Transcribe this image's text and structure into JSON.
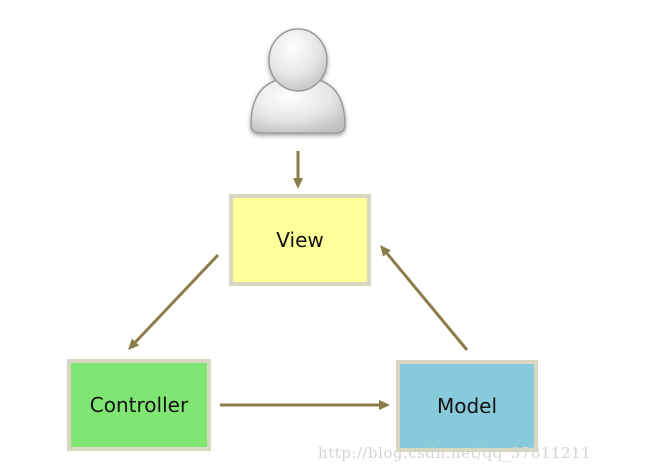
{
  "diagram": {
    "nodes": {
      "user": {
        "icon": "user-avatar-icon"
      },
      "view": {
        "label": "View",
        "fill": "#ffff99"
      },
      "controller": {
        "label": "Controller",
        "fill": "#80e673"
      },
      "model": {
        "label": "Model",
        "fill": "#86cadb"
      }
    },
    "edges": [
      {
        "from": "user",
        "to": "view"
      },
      {
        "from": "view",
        "to": "controller"
      },
      {
        "from": "controller",
        "to": "model"
      },
      {
        "from": "model",
        "to": "view"
      }
    ],
    "colors": {
      "arrow": "#8a7d4a",
      "box_border": "#d9d6c2",
      "avatar_fill": "#e3e3e3",
      "avatar_stroke": "#9a9a9a"
    }
  },
  "watermark": "http://blog.csdn.net/qq_37811211"
}
